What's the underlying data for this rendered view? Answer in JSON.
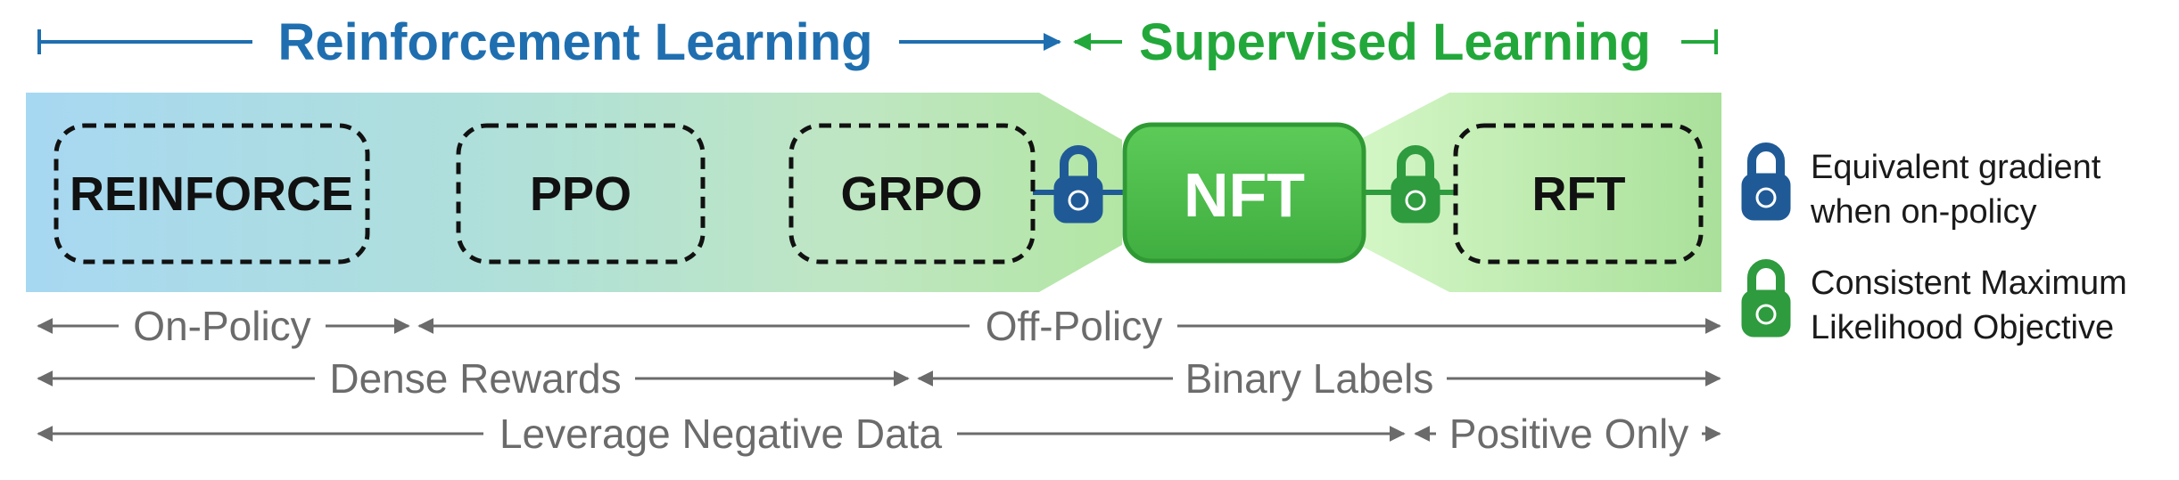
{
  "header": {
    "rl_label": "Reinforcement Learning",
    "sl_label": "Supervised Learning"
  },
  "methods": {
    "reinforce": "REINFORCE",
    "ppo": "PPO",
    "grpo": "GRPO",
    "nft": "NFT",
    "rft": "RFT"
  },
  "ranges": {
    "on_policy": "On-Policy",
    "off_policy": "Off-Policy",
    "dense_rewards": "Dense Rewards",
    "binary_labels": "Binary Labels",
    "leverage_negative": "Leverage Negative Data",
    "positive_only": "Positive Only"
  },
  "legend": {
    "blue_line1": "Equivalent gradient",
    "blue_line2": "when on-policy",
    "green_line1": "Consistent Maximum",
    "green_line2": "Likelihood Objective"
  },
  "colors": {
    "rl_blue": "#1f6fb0",
    "sl_green": "#22a83a",
    "lock_blue": "#1f5a96",
    "lock_green": "#2e9b3e",
    "nft_fill": "#4cbc4c",
    "dim_gray": "#6b6b6b"
  },
  "icons": {
    "lock_blue": "padlock-icon",
    "lock_green": "padlock-icon"
  }
}
